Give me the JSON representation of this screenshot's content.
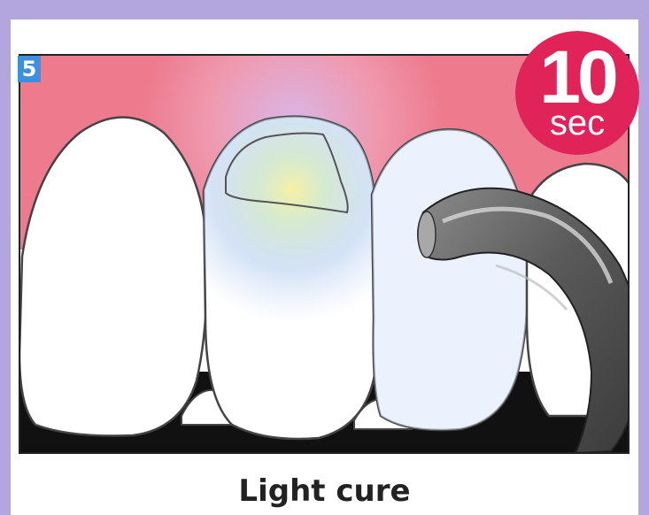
{
  "step": {
    "number": "5"
  },
  "timer": {
    "value": "10",
    "unit": "sec"
  },
  "caption": {
    "text": "Light cure"
  },
  "colors": {
    "frame": "#b3a5dd",
    "gum": "#ee7a8e",
    "step_badge": "#3d8fe0",
    "timer_badge": "#e0245a",
    "curing_light_glow": "#9fc6f0"
  },
  "icons": [
    "curing-light-tip",
    "tooth"
  ]
}
